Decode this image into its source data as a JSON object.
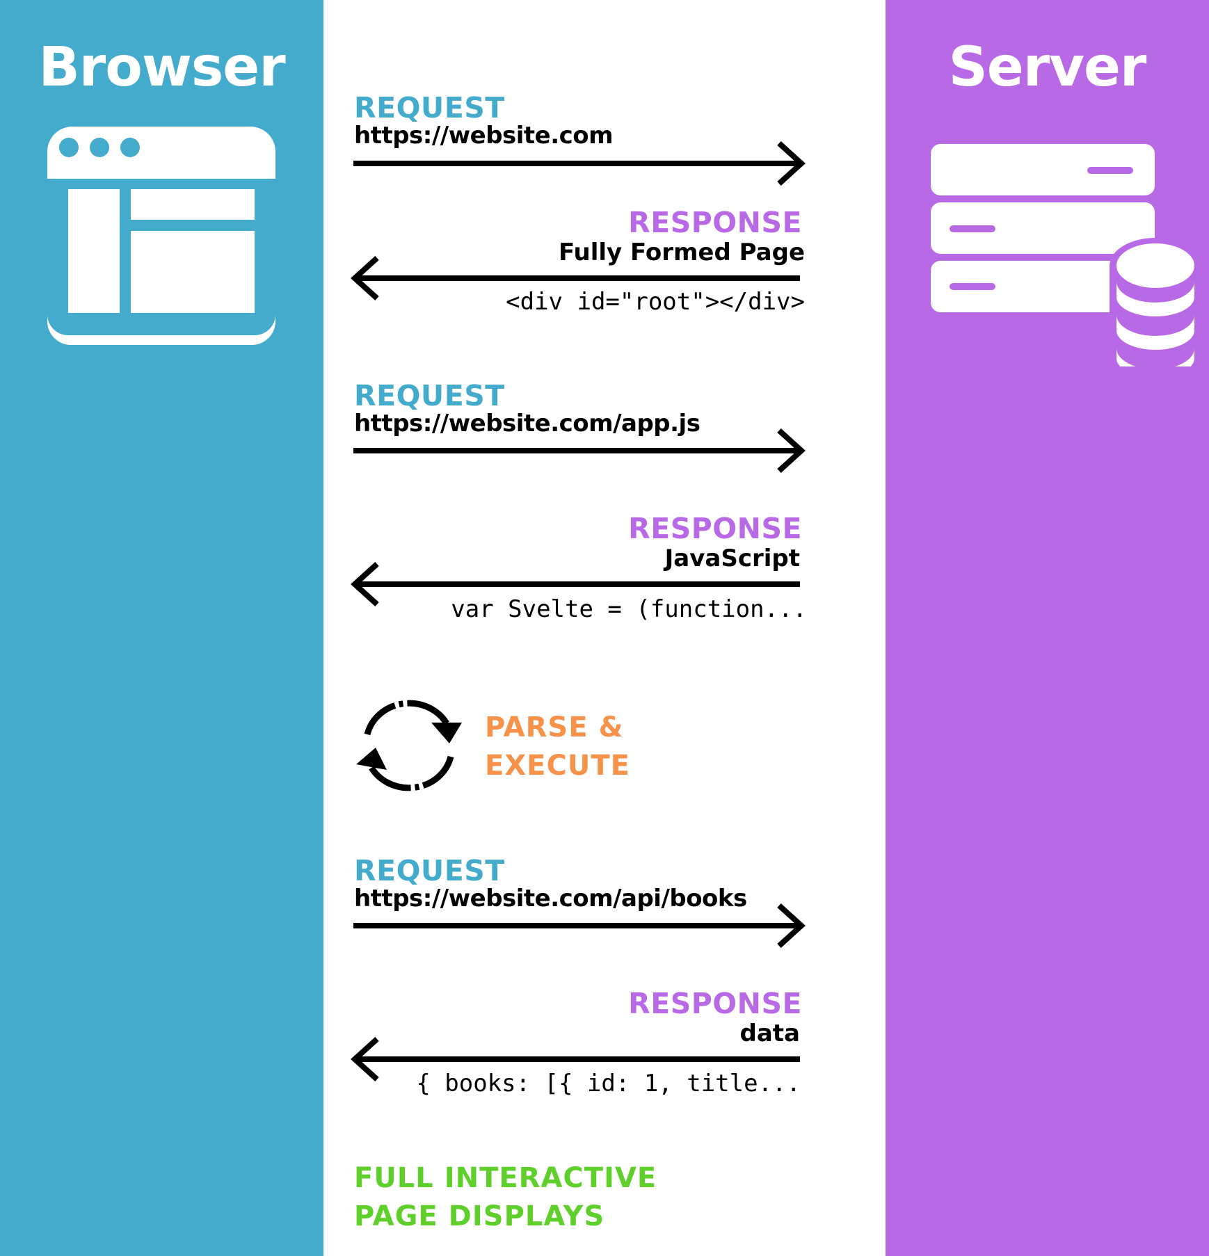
{
  "browser": {
    "title": "Browser",
    "icon": "browser-window-icon"
  },
  "server": {
    "title": "Server",
    "icon": "server-database-icon"
  },
  "steps": [
    {
      "kind": "REQUEST",
      "detail": "https://website.com"
    },
    {
      "kind": "RESPONSE",
      "detail": "Fully Formed Page",
      "code": "<div id=\"root\"></div>"
    },
    {
      "kind": "REQUEST",
      "detail": "https://website.com/app.js"
    },
    {
      "kind": "RESPONSE",
      "detail": "JavaScript",
      "code": "var Svelte = (function..."
    },
    {
      "kind": "REQUEST",
      "detail": "https://website.com/api/books"
    },
    {
      "kind": "RESPONSE",
      "detail": "data",
      "code": "{ books: [{ id: 1, title..."
    }
  ],
  "parse": {
    "line1": "PARSE &",
    "line2": "EXECUTE",
    "icon": "refresh-cycle-icon"
  },
  "final": {
    "line1": "FULL INTERACTIVE",
    "line2": "PAGE DISPLAYS"
  },
  "colors": {
    "browser": "#45abcd",
    "server": "#b86ae6",
    "parse": "#f7924a",
    "final": "#5fcf2b"
  }
}
